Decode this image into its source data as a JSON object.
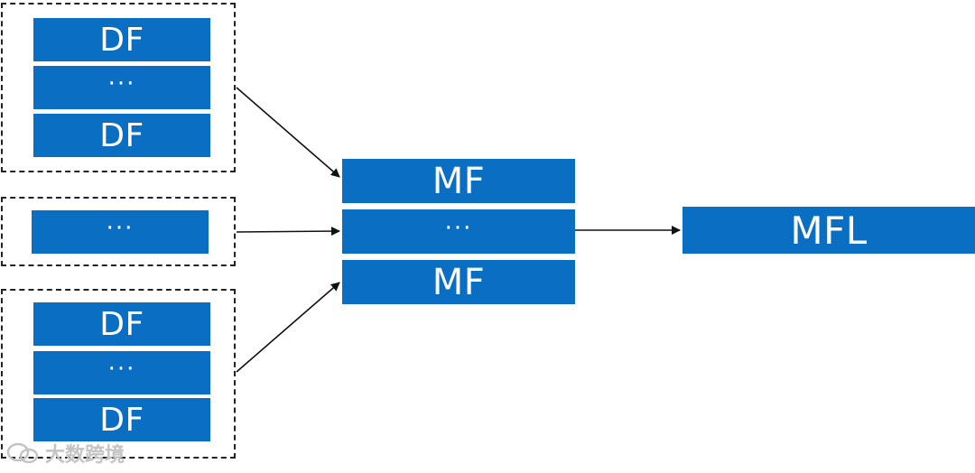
{
  "groups": [
    {
      "items": [
        "DF",
        "···",
        "DF"
      ]
    },
    {
      "items": [
        "···"
      ]
    },
    {
      "items": [
        "DF",
        "···",
        "DF"
      ]
    }
  ],
  "mf_stack": {
    "items": [
      "MF",
      "···",
      "MF"
    ]
  },
  "output": {
    "label": "MFL"
  },
  "watermark": {
    "text": "大数跨境"
  },
  "colors": {
    "box_fill": "#0a6fc2",
    "box_text": "#ffffff",
    "arrow": "#111111",
    "dashed_border": "#222222"
  }
}
